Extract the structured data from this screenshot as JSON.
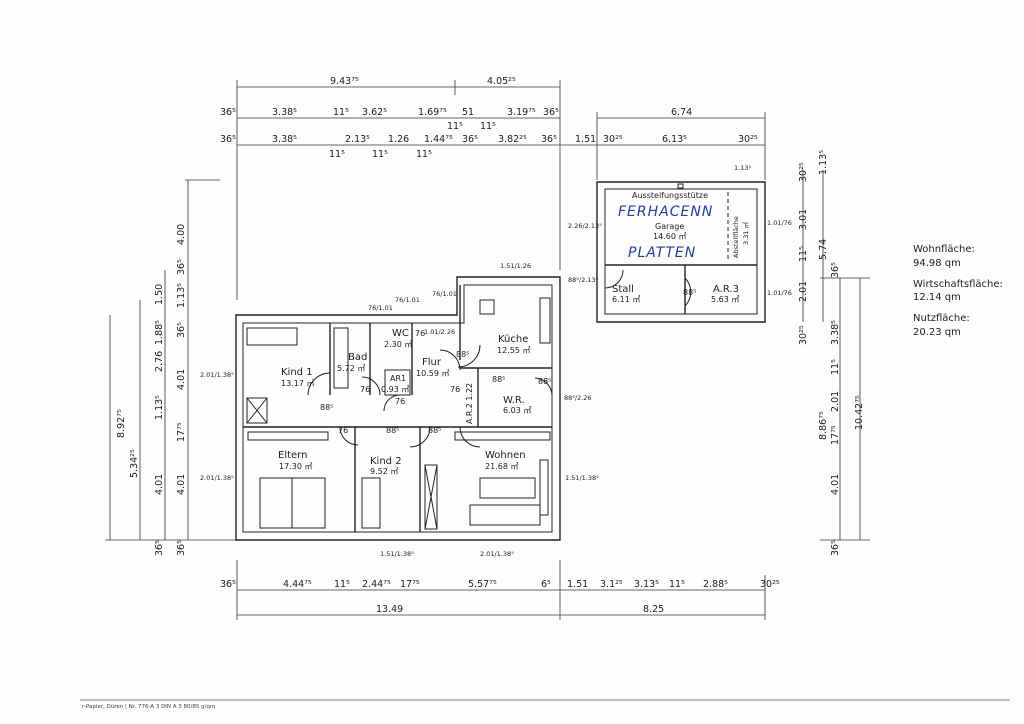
{
  "top_dims": {
    "row1": [
      "9.43⁷⁵",
      "4.05²⁵"
    ],
    "row2": [
      "36⁵",
      "3.38⁵",
      "11⁵",
      "3.62⁵",
      "1.69⁷⁵",
      "11⁵",
      "51",
      "11⁵",
      "3.19⁷⁵",
      "36⁵",
      "6.74"
    ],
    "row3": [
      "36⁵",
      "3.38⁵",
      "11⁵",
      "2.13⁵",
      "11⁵",
      "1.26",
      "11⁵",
      "1.44⁷⁵",
      "36⁵",
      "3.82²⁵",
      "36⁵",
      "1.51",
      "30²⁵",
      "6.13⁵",
      "30²⁵"
    ]
  },
  "bottom_dims": {
    "row1": [
      "36⁵",
      "4.44⁷⁵",
      "11⁵",
      "2.44⁷⁵",
      "17⁷⁵",
      "5.57⁷⁵",
      "6⁵",
      "1.51",
      "3.1²⁵",
      "3.13⁵",
      "11⁵",
      "2.88⁵",
      "30²⁵"
    ],
    "row2": [
      "13.49",
      "8.25"
    ]
  },
  "left_dims": [
    "8.92⁷⁵",
    "4.00",
    "36⁵",
    "1.13⁵",
    "36⁵",
    "4.01",
    "17⁷⁵",
    "4.01",
    "36⁵",
    "1.50",
    "1.88⁵",
    "2.76",
    "1.13⁵",
    "5.34²⁵",
    "4.01",
    "36⁵"
  ],
  "right_dims": [
    "30²⁵",
    "3.01",
    "11⁵",
    "2.01",
    "30²⁵",
    "5.74",
    "36⁵",
    "3.38⁵",
    "11⁵",
    "2.01",
    "17⁷⁵",
    "4.01",
    "36⁵",
    "8.86⁷⁵",
    "10.42⁷⁵",
    "1.13⁵"
  ],
  "rooms": [
    {
      "name": "Kind 1",
      "area": "13.17 ㎡"
    },
    {
      "name": "Bad",
      "area": "5.72 ㎡"
    },
    {
      "name": "WC",
      "area": "2.30 ㎡"
    },
    {
      "name": "AR1",
      "area": "0.93 ㎡"
    },
    {
      "name": "Flur",
      "area": "10.59 ㎡"
    },
    {
      "name": "Küche",
      "area": "12.55 ㎡"
    },
    {
      "name": "W.R.",
      "area": "6.03 ㎡"
    },
    {
      "name": "A.R.2",
      "area": "1.22"
    },
    {
      "name": "Eltern",
      "area": "17.30 ㎡"
    },
    {
      "name": "Kind 2",
      "area": "9.52 ㎡"
    },
    {
      "name": "Wohnen",
      "area": "21.68 ㎡"
    },
    {
      "name": "Garage",
      "area": "14.60 ㎡"
    },
    {
      "name": "Stall",
      "area": "6.11 ㎡"
    },
    {
      "name": "A.R.3",
      "area": "5.63 ㎡"
    },
    {
      "name": "Abstellfläche",
      "area": "3.31 ㎡"
    }
  ],
  "garage_note": "Aussteifungsstütze",
  "handwritten": [
    "FERHACENN",
    "PLATTEN"
  ],
  "doors": [
    "88⁵",
    "76",
    "76",
    "76",
    "88⁵",
    "76",
    "88⁵",
    "88⁵",
    "88⁵",
    "88⁵",
    "76",
    "88⁵"
  ],
  "openings": [
    "76/1.01",
    "76/1.01",
    "76/1.01",
    "1.01/2.26",
    "1.51/1.26",
    "2.01/1.38⁵",
    "2.01/1.38⁵",
    "1.51/1.38⁵",
    "1.51/1.38⁵",
    "2.01/1.38⁵",
    "88⁵/2.26",
    "2.26/2.13⁵",
    "88⁵/2.13⁵",
    "1.01/76",
    "1.01/76",
    "1.13⁵"
  ],
  "summary": [
    {
      "label": "Wohnfläche:",
      "value": "94.98 qm"
    },
    {
      "label": "Wirtschaftsfläche:",
      "value": "12.14 qm"
    },
    {
      "label": "Nutzfläche:",
      "value": "20.23 qm"
    }
  ],
  "footer": "r-Papier, Düren | Nr. 776-A 3 DIN A 3 80/85 g/qm",
  "colors": {
    "ink": "#222222",
    "handwriting": "#2340a0",
    "paper": "#fdfdfb"
  }
}
